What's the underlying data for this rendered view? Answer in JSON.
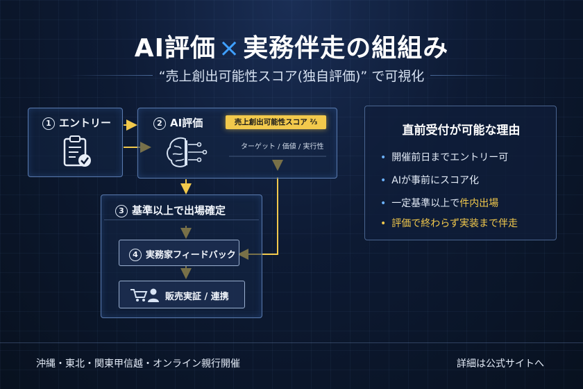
{
  "header": {
    "title_left": "AI評価",
    "title_cross": "×",
    "title_right": "実務伴走の組組み",
    "subtitle": "“売上創出可能性スコア(独自評価)” で可視化"
  },
  "flow": {
    "step1": {
      "num": "1",
      "label": "エントリー",
      "icon": "clipboard-check-icon"
    },
    "step2": {
      "num": "2",
      "label": "AI評価",
      "icon": "brain-circuit-icon",
      "badge": "売上創出可能性スコア",
      "badge_suffix": "⅔",
      "details": "ターゲット / 価値 / 実行性"
    },
    "step3": {
      "num": "3",
      "label": "基準以上で出場確定"
    },
    "step4": {
      "num": "4",
      "label": "実務家フィードバック"
    },
    "step5": {
      "label": "販売実証 / 連携",
      "icon": "cart-person-icon"
    }
  },
  "reasons": {
    "title": "直前受付が可能な理由",
    "items": [
      {
        "text": "開催前日までエントリー可",
        "highlight": ""
      },
      {
        "text": "AIが事前にスコア化",
        "highlight": ""
      },
      {
        "text": "一定基準以上で",
        "highlight": "件内出場"
      },
      {
        "text": "評価で終わらず実装まで伴走",
        "highlight": ""
      }
    ]
  },
  "footer": {
    "left": "沖縄・東北・関東甲信越・オンライン親行開催",
    "right": "詳細は公式サイトへ"
  },
  "colors": {
    "accent_yellow": "#f2c94c",
    "accent_blue": "#3fa0ff",
    "border_blue": "#5a7bb0"
  }
}
